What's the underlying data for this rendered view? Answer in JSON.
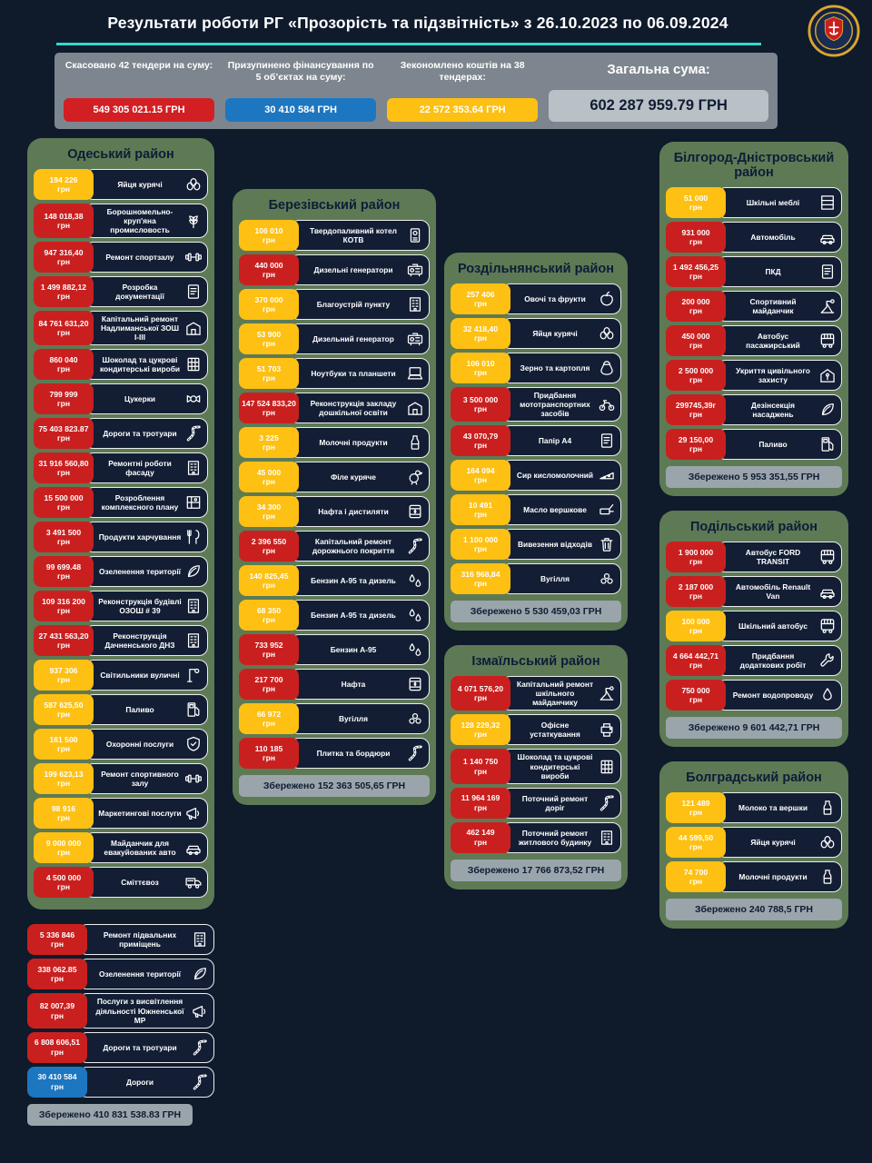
{
  "page": {
    "title": "Результати роботи РГ «Прозорість та підзвітність» з 26.10.2023 по 06.09.2024"
  },
  "colors": {
    "background": "#0f1a2b",
    "accent_teal": "#2fd9d0",
    "summary_bar": "#7d868f",
    "panel_green": "#5d7a55",
    "badge_red": "#c9201f",
    "badge_yellow": "#fdc013",
    "badge_blue": "#1d76c0",
    "saved_gray": "#9aa4ab",
    "total_gray": "#b9c0c6"
  },
  "summary": {
    "items": [
      {
        "label": "Скасовано 42 тендери на суму:",
        "value": "549 305 021.15 ГРН",
        "color": "red"
      },
      {
        "label": "Призупинено фінансування по 5 об’єктах на суму:",
        "value": "30 410 584 ГРН",
        "color": "blue"
      },
      {
        "label": "Зекономлено коштів на 38 тендерах:",
        "value": "22 572 353.64 ГРН",
        "color": "yellow"
      },
      {
        "label": "Загальна сума:",
        "value": "602 287 959.79 ГРН",
        "color": "gray"
      }
    ]
  },
  "districts": [
    {
      "id": "odeskyi",
      "name": "Одеський район",
      "rows": [
        {
          "amount": "194 226",
          "unit": "грн",
          "color": "yellow",
          "label": "Яйця курячі",
          "icon": "eggs"
        },
        {
          "amount": "148 018,38",
          "unit": "грн",
          "color": "red",
          "label": "Борошномельно-круп'яна промисловость",
          "icon": "wheat"
        },
        {
          "amount": "947 316,40",
          "unit": "грн",
          "color": "red",
          "label": "Ремонт спортзалу",
          "icon": "dumbbell"
        },
        {
          "amount": "1 499 882,12",
          "unit": "грн",
          "color": "red",
          "label": "Розробка документації",
          "icon": "document"
        },
        {
          "amount": "84 761 631,20",
          "unit": "грн",
          "color": "red",
          "label": "Капітальний ремонт Надлиманської ЗОШ І-ІІІ",
          "icon": "school"
        },
        {
          "amount": "860 040",
          "unit": "грн",
          "color": "red",
          "label": "Шоколад та цукрові кондитерські вироби",
          "icon": "chocolate"
        },
        {
          "amount": "799 999",
          "unit": "грн",
          "color": "red",
          "label": "Цукерки",
          "icon": "candy"
        },
        {
          "amount": "75 403 823.87",
          "unit": "грн",
          "color": "red",
          "label": "Дороги та тротуари",
          "icon": "road"
        },
        {
          "amount": "31 916 560,80",
          "unit": "грн",
          "color": "red",
          "label": "Ремонтні роботи фасаду",
          "icon": "building"
        },
        {
          "amount": "15 500 000",
          "unit": "грн",
          "color": "red",
          "label": "Розроблення комплексного плану",
          "icon": "plan"
        },
        {
          "amount": "3 491 500",
          "unit": "грн",
          "color": "red",
          "label": "Продукти харчування",
          "icon": "food"
        },
        {
          "amount": "99 699.48",
          "unit": "грн",
          "color": "red",
          "label": "Озеленення території",
          "icon": "leaf"
        },
        {
          "amount": "109 316 200",
          "unit": "грн",
          "color": "red",
          "label": "Реконструкція будівлі ОЗОШ # 39",
          "icon": "building"
        },
        {
          "amount": "27 431 563,20",
          "unit": "грн",
          "color": "red",
          "label": "Реконструкція Дачненського ДНЗ",
          "icon": "building"
        },
        {
          "amount": "937 306",
          "unit": "грн",
          "color": "yellow",
          "label": "Світильники вуличні",
          "icon": "streetlight"
        },
        {
          "amount": "587 625,50",
          "unit": "грн",
          "color": "yellow",
          "label": "Паливо",
          "icon": "fuel"
        },
        {
          "amount": "161 500",
          "unit": "грн",
          "color": "yellow",
          "label": "Охоронні послуги",
          "icon": "shield"
        },
        {
          "amount": "199 623,13",
          "unit": "грн",
          "color": "yellow",
          "label": "Ремонт спортивного залу",
          "icon": "dumbbell"
        },
        {
          "amount": "98 916",
          "unit": "грн",
          "color": "yellow",
          "label": "Маркетингові послуги",
          "icon": "megaphone"
        },
        {
          "amount": "9 000 000",
          "unit": "грн",
          "color": "yellow",
          "label": "Майданчик для евакуйованих авто",
          "icon": "car"
        },
        {
          "amount": "4 500 000",
          "unit": "грн",
          "color": "red",
          "label": "Сміттєвоз",
          "icon": "garbage-truck"
        }
      ],
      "extra_rows": [
        {
          "amount": "5 336 846",
          "unit": "грн",
          "color": "red",
          "label": "Ремонт підвальних приміщень",
          "icon": "building"
        },
        {
          "amount": "338 062.85",
          "unit": "грн",
          "color": "red",
          "label": "Озеленення території",
          "icon": "leaf"
        },
        {
          "amount": "82 007,39",
          "unit": "грн",
          "color": "red",
          "label": "Послуги з висвітлення діяльності Южненської МР",
          "icon": "megaphone"
        },
        {
          "amount": "6 808 606,51",
          "unit": "грн",
          "color": "red",
          "label": "Дороги та тротуари",
          "icon": "road"
        },
        {
          "amount": "30 410 584",
          "unit": "грн",
          "color": "blue",
          "label": "Дороги",
          "icon": "road"
        }
      ],
      "saved": "Збережено 410 831 538.83 ГРН"
    },
    {
      "id": "berezivskyi",
      "name": "Березівський район",
      "rows": [
        {
          "amount": "106 010",
          "unit": "грн",
          "color": "yellow",
          "label": "Твердопаливний котел КОТВ",
          "icon": "boiler"
        },
        {
          "amount": "440 000",
          "unit": "грн",
          "color": "red",
          "label": "Дизельні генератори",
          "icon": "generator"
        },
        {
          "amount": "370 000",
          "unit": "грн",
          "color": "yellow",
          "label": "Благоустрій пункту",
          "icon": "building"
        },
        {
          "amount": "53 900",
          "unit": "грн",
          "color": "yellow",
          "label": "Дизельний генератор",
          "icon": "generator"
        },
        {
          "amount": "51 703",
          "unit": "грн",
          "color": "yellow",
          "label": "Ноутбуки та планшети",
          "icon": "laptop"
        },
        {
          "amount": "147 524 833,20",
          "unit": "грн",
          "color": "red",
          "label": "Реконструкція закладу дошкільної освіти",
          "icon": "school"
        },
        {
          "amount": "3 225",
          "unit": "грн",
          "color": "yellow",
          "label": "Молочні продукти",
          "icon": "milk"
        },
        {
          "amount": "45 000",
          "unit": "грн",
          "color": "yellow",
          "label": "Філе куряче",
          "icon": "chicken"
        },
        {
          "amount": "34 300",
          "unit": "грн",
          "color": "yellow",
          "label": "Нафта і дистиляти",
          "icon": "oil"
        },
        {
          "amount": "2 396 550",
          "unit": "грн",
          "color": "red",
          "label": "Капітальний ремонт дорожнього покриття",
          "icon": "road"
        },
        {
          "amount": "140 825,45",
          "unit": "грн",
          "color": "yellow",
          "label": "Бензин А-95 та дизель",
          "icon": "drops"
        },
        {
          "amount": "68 350",
          "unit": "грн",
          "color": "yellow",
          "label": "Бензин А-95 та дизель",
          "icon": "drops"
        },
        {
          "amount": "733 952",
          "unit": "грн",
          "color": "red",
          "label": "Бензин А-95",
          "icon": "drops"
        },
        {
          "amount": "217 700",
          "unit": "грн",
          "color": "red",
          "label": "Нафта",
          "icon": "oil"
        },
        {
          "amount": "66 972",
          "unit": "грн",
          "color": "yellow",
          "label": "Вугілля",
          "icon": "coal"
        },
        {
          "amount": "110 185",
          "unit": "грн",
          "color": "red",
          "label": "Плитка та бордюри",
          "icon": "road"
        }
      ],
      "saved": "Збережено 152 363 505,65 ГРН"
    },
    {
      "id": "rozdilnianskyi",
      "name": "Роздільнянський район",
      "rows": [
        {
          "amount": "257 406",
          "unit": "грн",
          "color": "yellow",
          "label": "Овочі та фрукти",
          "icon": "apple"
        },
        {
          "amount": "32 418,40",
          "unit": "грн",
          "color": "yellow",
          "label": "Яйця курячі",
          "icon": "eggs"
        },
        {
          "amount": "106 010",
          "unit": "грн",
          "color": "yellow",
          "label": "Зерно та картопля",
          "icon": "sack"
        },
        {
          "amount": "3 500 000",
          "unit": "грн",
          "color": "red",
          "label": "Придбання мототранспортних засобів",
          "icon": "moto"
        },
        {
          "amount": "43 070,79",
          "unit": "грн",
          "color": "red",
          "label": "Папір А4",
          "icon": "document"
        },
        {
          "amount": "164 094",
          "unit": "грн",
          "color": "yellow",
          "label": "Сир кисломолочний",
          "icon": "cheese"
        },
        {
          "amount": "10 491",
          "unit": "грн",
          "color": "yellow",
          "label": "Масло вершкове",
          "icon": "butter"
        },
        {
          "amount": "1 100 000",
          "unit": "грн",
          "color": "yellow",
          "label": "Вивезення відходів",
          "icon": "trash"
        },
        {
          "amount": "316 968,84",
          "unit": "грн",
          "color": "yellow",
          "label": "Вугілля",
          "icon": "coal"
        }
      ],
      "saved": "Збережено 5 530 459,03 ГРН"
    },
    {
      "id": "izmailskyi",
      "name": "Ізмаїльський район",
      "rows": [
        {
          "amount": "4 071 576,20",
          "unit": "грн",
          "color": "red",
          "label": "Капітальний ремонт шкільного майданчику",
          "icon": "playground"
        },
        {
          "amount": "128 229,32",
          "unit": "грн",
          "color": "yellow",
          "label": "Офісне устаткування",
          "icon": "office"
        },
        {
          "amount": "1 140 750",
          "unit": "грн",
          "color": "red",
          "label": "Шоколад та цукрові кондитерські вироби",
          "icon": "chocolate"
        },
        {
          "amount": "11 964 169",
          "unit": "грн",
          "color": "red",
          "label": "Поточний ремонт доріг",
          "icon": "road"
        },
        {
          "amount": "462 149",
          "unit": "грн",
          "color": "red",
          "label": "Поточний ремонт житлового будинку",
          "icon": "building"
        }
      ],
      "saved": "Збережено 17 766 873,52 ГРН"
    },
    {
      "id": "bilhorod-dnistrovskyi",
      "name": "Білгород-Дністровський район",
      "rows": [
        {
          "amount": "51 000",
          "unit": "грн",
          "color": "yellow",
          "label": "Шкільні меблі",
          "icon": "furniture"
        },
        {
          "amount": "931 000",
          "unit": "грн",
          "color": "red",
          "label": "Автомобіль",
          "icon": "car"
        },
        {
          "amount": "1 492 456,25",
          "unit": "грн",
          "color": "red",
          "label": "ПКД",
          "icon": "document"
        },
        {
          "amount": "200 000",
          "unit": "грн",
          "color": "red",
          "label": "Спортивний майданчик",
          "icon": "playground"
        },
        {
          "amount": "450 000",
          "unit": "грн",
          "color": "red",
          "label": "Автобус пасажирський",
          "icon": "bus"
        },
        {
          "amount": "2 500 000",
          "unit": "грн",
          "color": "red",
          "label": "Укриття цивільного захисту",
          "icon": "shelter"
        },
        {
          "amount": "299745,39г",
          "unit": "грн",
          "color": "red",
          "label": "Дезінсекція насаджень",
          "icon": "leaf"
        },
        {
          "amount": "29 150,00",
          "unit": "грн",
          "color": "red",
          "label": "Паливо",
          "icon": "fuel"
        }
      ],
      "saved": "Збережено 5 953 351,55 ГРН"
    },
    {
      "id": "podilskyi",
      "name": "Подільський район",
      "rows": [
        {
          "amount": "1 900 000",
          "unit": "грн",
          "color": "red",
          "label": "Автобус FORD TRANSIT",
          "icon": "bus"
        },
        {
          "amount": "2 187 000",
          "unit": "грн",
          "color": "red",
          "label": "Автомобіль Renault Van",
          "icon": "car"
        },
        {
          "amount": "100 000",
          "unit": "грн",
          "color": "yellow",
          "label": "Шкільний автобус",
          "icon": "bus"
        },
        {
          "amount": "4 664 442,71",
          "unit": "грн",
          "color": "red",
          "label": "Придбання додаткових робіт",
          "icon": "wrench"
        },
        {
          "amount": "750 000",
          "unit": "грн",
          "color": "red",
          "label": "Ремонт водопроводу",
          "icon": "water"
        }
      ],
      "saved": "Збережено 9 601 442,71 ГРН"
    },
    {
      "id": "bolhradskyi",
      "name": "Болградський район",
      "rows": [
        {
          "amount": "121 489",
          "unit": "грн",
          "color": "yellow",
          "label": "Молоко та вершки",
          "icon": "milk"
        },
        {
          "amount": "44 599,50",
          "unit": "грн",
          "color": "yellow",
          "label": "Яйця курячі",
          "icon": "eggs"
        },
        {
          "amount": "74 700",
          "unit": "грн",
          "color": "yellow",
          "label": "Молочні продукти",
          "icon": "milk"
        }
      ],
      "saved": "Збережено 240 788,5 ГРН"
    }
  ]
}
